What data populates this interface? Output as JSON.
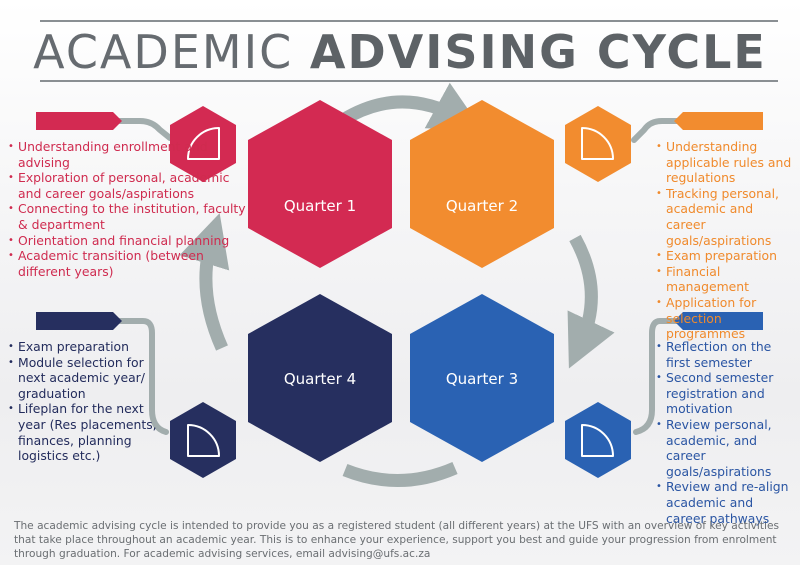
{
  "title": {
    "light": "ACADEMIC ",
    "bold": "ADVISING CYCLE"
  },
  "colors": {
    "quarter1": "#d32a52",
    "quarter2": "#f28c2f",
    "quarter3": "#2a62b3",
    "quarter4": "#262f5f",
    "arrow": "#a2adad",
    "connector": "#a2adad"
  },
  "quarters": [
    {
      "label": "Quarter 1",
      "items": [
        "Understanding enrollment and advising",
        "Exploration of personal, academic and career goals/aspirations",
        "Connecting to the institution, faculty & department",
        "Orientation and financial planning",
        "Academic transition (between different years)"
      ]
    },
    {
      "label": "Quarter 2",
      "items": [
        "Understanding applicable rules and regulations",
        "Tracking personal, academic and career goals/aspirations",
        "Exam preparation",
        "Financial management",
        "Application for selection programmes"
      ]
    },
    {
      "label": "Quarter 3",
      "items": [
        "Reflection on the first semester",
        "Second semester registration and motivation",
        "Review personal, academic, and career goals/aspirations",
        "Review and re-align academic and career pathways"
      ]
    },
    {
      "label": "Quarter 4",
      "items": [
        "Exam preparation",
        "Module selection for next academic year/ graduation",
        "Lifeplan for the next year (Res placements, finances, planning logistics etc.)"
      ]
    }
  ],
  "icons": {
    "quarter1": "quarter-pie-top-left-icon",
    "quarter2": "quarter-pie-top-right-icon",
    "quarter3": "quarter-pie-bottom-right-icon",
    "quarter4": "quarter-pie-bottom-left-icon"
  },
  "footer": "The academic advising cycle is intended to provide you as a registered student (all different years) at the UFS with an overview of key activities that take place throughout an academic year. This is to enhance your experience, support you best and guide your progression from enrolment through graduation. For academic advising services, email advising@ufs.ac.za"
}
